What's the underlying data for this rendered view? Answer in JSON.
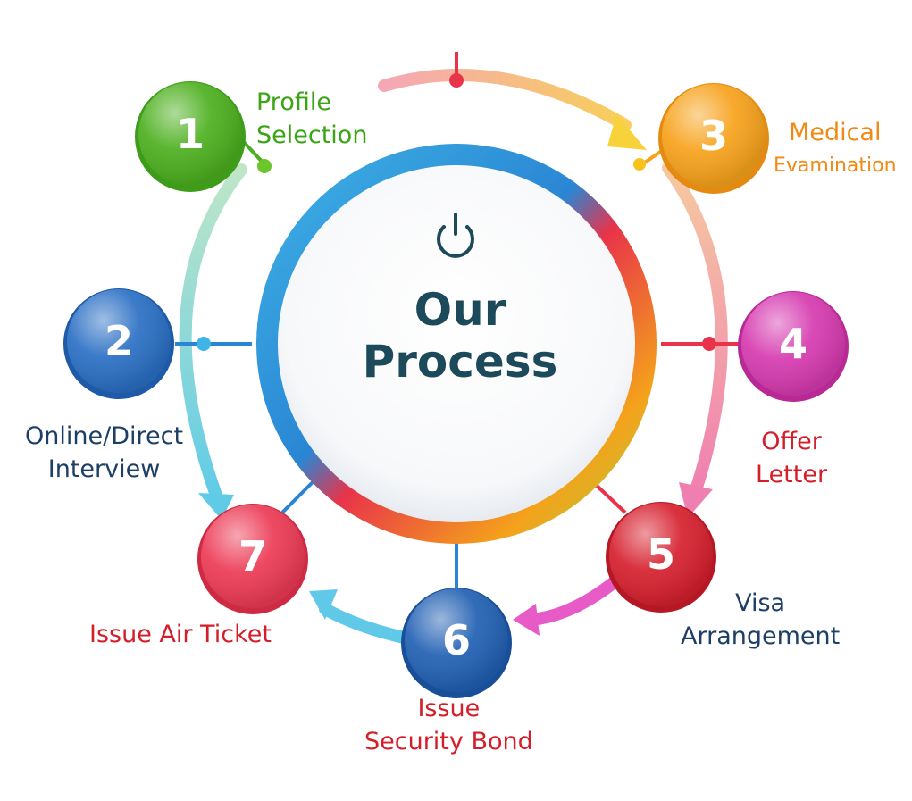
{
  "center": {
    "title_line1": "Our",
    "title_line2": "Process",
    "icon": "power-icon"
  },
  "steps": [
    {
      "number": "1",
      "label_line1": "Profile",
      "label_line2": "Selection",
      "color": "#4caf1e",
      "label_color": "#3aa415"
    },
    {
      "number": "2",
      "label_line1": "Online/Direct",
      "label_line2": "Interview",
      "color": "#2a6fc4",
      "label_color": "#1d3f66"
    },
    {
      "number": "3",
      "label_line1": "Medical",
      "label_line2": "Evamination",
      "color": "#f7a21b",
      "label_color": "#f08a12"
    },
    {
      "number": "4",
      "label_line1": "Offer",
      "label_line2": "Letter",
      "color": "#d63ab0",
      "label_color": "#d41e2a"
    },
    {
      "number": "5",
      "label_line1": "Visa",
      "label_line2": "Arrangement",
      "color": "#d6202e",
      "label_color": "#1d3f66"
    },
    {
      "number": "6",
      "label_line1": "Issue",
      "label_line2": "Security Bond",
      "color": "#2160b3",
      "label_color": "#d41e2a"
    },
    {
      "number": "7",
      "label_line1": "Issue Air Ticket",
      "label_line2": "",
      "color": "#ec3a55",
      "label_color": "#d41e2a"
    }
  ]
}
